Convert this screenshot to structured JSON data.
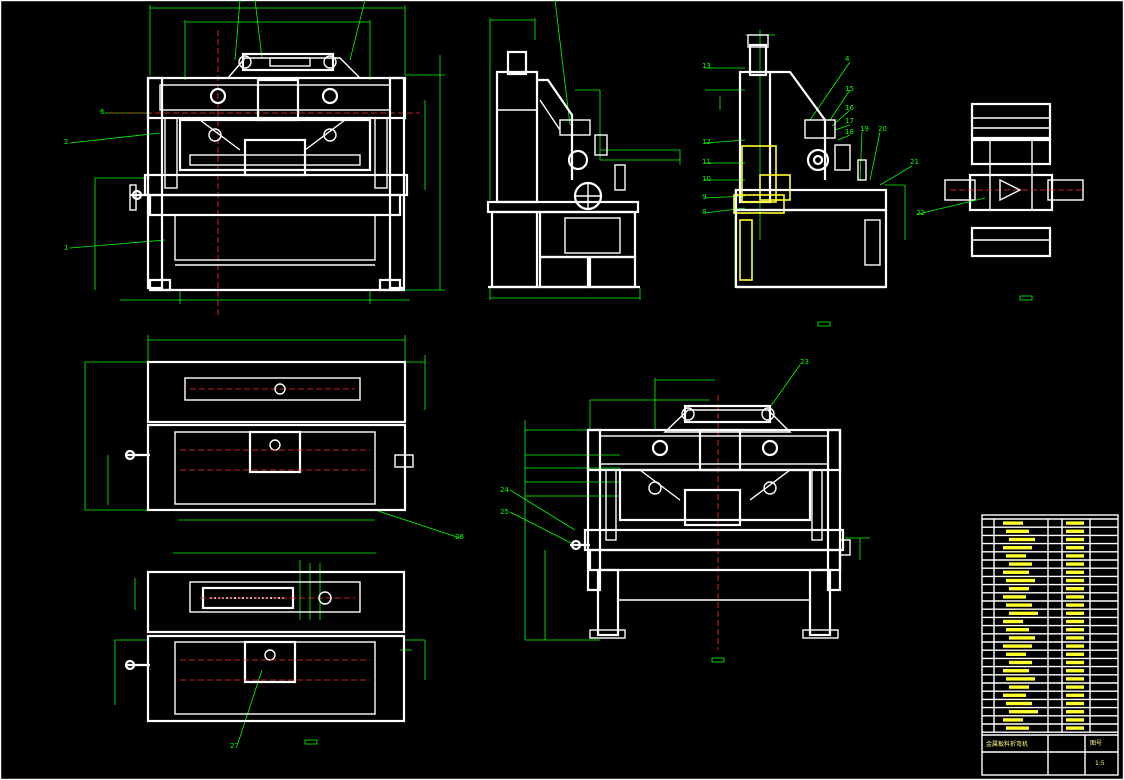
{
  "drawing": {
    "title": "",
    "background": "#000000",
    "line_color": "#ffffff",
    "dimension_color": "#00ff00",
    "centerline_color": "#ff3030",
    "highlight_color": "#ffff30"
  },
  "callouts": {
    "front": [
      "2",
      "1",
      "6"
    ],
    "side": [
      "13",
      "4",
      "15",
      "16",
      "17",
      "18",
      "12",
      "11",
      "10",
      "9",
      "8",
      "19",
      "20",
      "21"
    ],
    "plan": [
      "22"
    ],
    "top": [
      "26"
    ],
    "bottom": [
      "27"
    ],
    "rear": [
      "23",
      "24",
      "25"
    ]
  },
  "title_block": {
    "title_text": "金属板料折弯机",
    "drawing_no_label": "图号",
    "scale_text": "1:5"
  }
}
